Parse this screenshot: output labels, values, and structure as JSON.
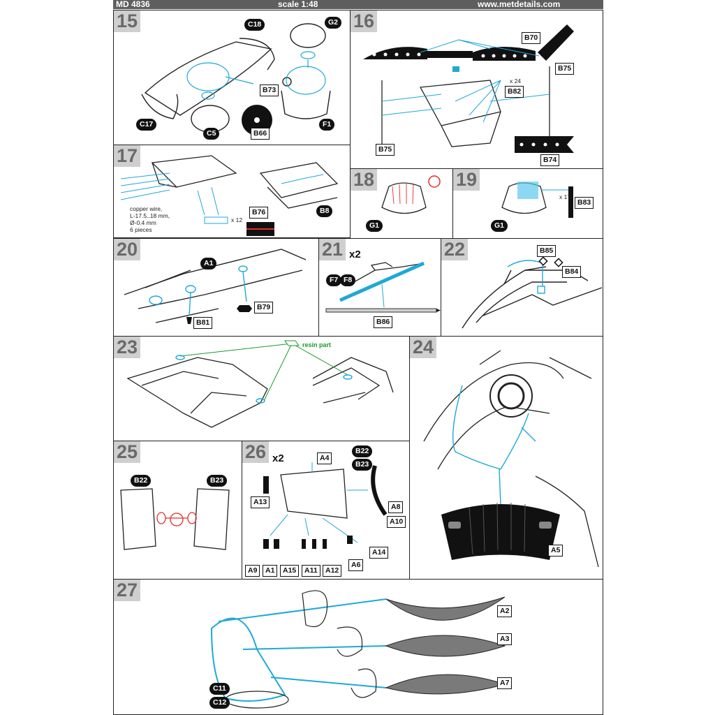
{
  "header": {
    "code": "MD 4836",
    "scale": "scale 1:48",
    "site": "www.metdetails.com"
  },
  "steps": {
    "s15": {
      "num": "15",
      "parts": [
        "C18",
        "G2",
        "B73",
        "C17",
        "C5",
        "B66",
        "F1"
      ]
    },
    "s16": {
      "num": "16",
      "parts": [
        "B70",
        "B75",
        "B82",
        "B75",
        "B74"
      ],
      "qty": "x 24"
    },
    "s17": {
      "num": "17",
      "parts": [
        "B76",
        "B8"
      ],
      "qty": "x 12",
      "note": "copper wire,\nL-17.5..18 mm,\nØ-0.4 mm\n6 pieces"
    },
    "s18": {
      "num": "18",
      "parts": [
        "G1"
      ]
    },
    "s19": {
      "num": "19",
      "parts": [
        "G1",
        "B83"
      ],
      "qty": "x 17"
    },
    "s20": {
      "num": "20",
      "parts": [
        "A1",
        "B79",
        "B81"
      ]
    },
    "s21": {
      "num": "21",
      "mult": "x2",
      "parts": [
        "F7",
        "F8",
        "B86"
      ]
    },
    "s22": {
      "num": "22",
      "parts": [
        "B85",
        "B84"
      ]
    },
    "s23": {
      "num": "23",
      "resin": "resin part"
    },
    "s24": {
      "num": "24",
      "parts": [
        "A5"
      ]
    },
    "s25": {
      "num": "25",
      "parts": [
        "B22",
        "B23"
      ]
    },
    "s26": {
      "num": "26",
      "mult": "x2",
      "parts": [
        "B22",
        "B23",
        "A4",
        "A13",
        "A8",
        "A10",
        "A14",
        "A6",
        "A9",
        "A1",
        "A15",
        "A11",
        "A12"
      ]
    },
    "s27": {
      "num": "27",
      "parts": [
        "A2",
        "A3",
        "A7",
        "C11",
        "C12"
      ]
    }
  }
}
